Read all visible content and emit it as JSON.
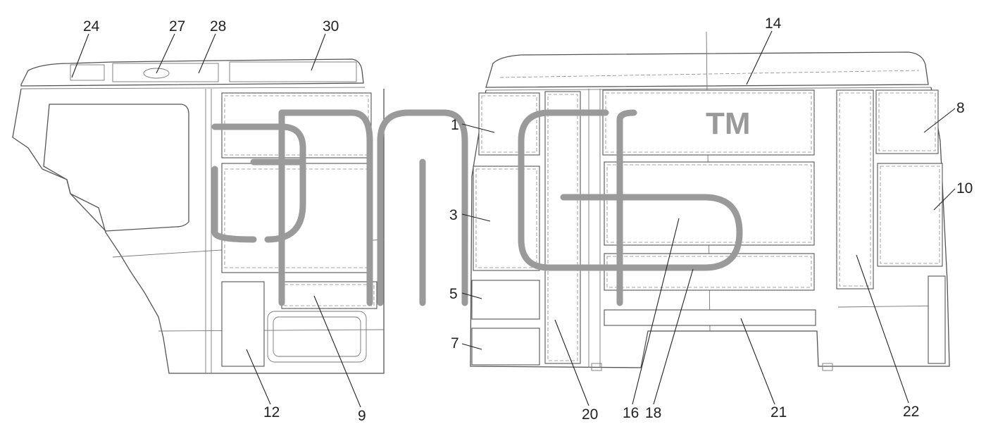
{
  "watermark": {
    "brand": "эпс",
    "trademark": "TM"
  },
  "callouts": [
    {
      "id": "c24",
      "label": "24"
    },
    {
      "id": "c27",
      "label": "27"
    },
    {
      "id": "c28",
      "label": "28"
    },
    {
      "id": "c30",
      "label": "30"
    },
    {
      "id": "c14",
      "label": "14"
    },
    {
      "id": "c8",
      "label": "8"
    },
    {
      "id": "c1",
      "label": "1"
    },
    {
      "id": "c10",
      "label": "10"
    },
    {
      "id": "c3",
      "label": "3"
    },
    {
      "id": "c5",
      "label": "5"
    },
    {
      "id": "c7",
      "label": "7"
    },
    {
      "id": "c12",
      "label": "12"
    },
    {
      "id": "c9",
      "label": "9"
    },
    {
      "id": "c20",
      "label": "20"
    },
    {
      "id": "c16",
      "label": "16"
    },
    {
      "id": "c18",
      "label": "18"
    },
    {
      "id": "c21",
      "label": "21"
    },
    {
      "id": "c22",
      "label": "22"
    }
  ]
}
